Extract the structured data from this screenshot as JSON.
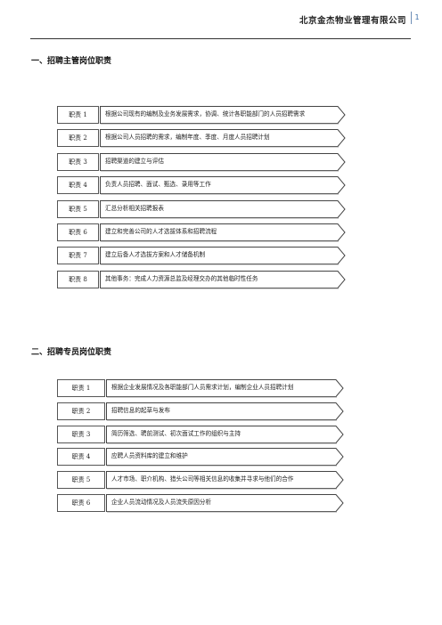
{
  "header": {
    "company": "北京金杰物业管理有限公司",
    "page_number": "1"
  },
  "section1": {
    "title": "一、招聘主管岗位职责",
    "duties": [
      {
        "label": "职责 1",
        "text": "根据公司现有的编制及业务发展需求，协调、统计各职能部门的人员招聘需求"
      },
      {
        "label": "职责 2",
        "text": "根据公司人员招聘的需求，编制年度、季度、月度人员招聘计划"
      },
      {
        "label": "职责 3",
        "text": "招聘渠道的建立与评估"
      },
      {
        "label": "职责 4",
        "text": "负责人员招聘、面试、甄选、录用等工作"
      },
      {
        "label": "职责 5",
        "text": "汇总分析相关招聘报表"
      },
      {
        "label": "职责 6",
        "text": "建立和完善公司的人才选拔体系和招聘流程"
      },
      {
        "label": "职责 7",
        "text": "建立后备人才选拔方案和人才储备机制"
      },
      {
        "label": "职责 8",
        "text": "其他事务：完成人力资源总监及经理交办的其他临时性任务"
      }
    ]
  },
  "section2": {
    "title": "二、招聘专员岗位职责",
    "duties": [
      {
        "label": "职责 1",
        "text": "根据企业发展情况及各职能部门人员需求计划，编制企业人员招聘计划"
      },
      {
        "label": "职责 2",
        "text": "招聘信息的起草与发布"
      },
      {
        "label": "职责 3",
        "text": "简历筛选、聘前测试、初次面试工作的组织与主持"
      },
      {
        "label": "职责 4",
        "text": "应聘人员资料库的建立和维护"
      },
      {
        "label": "职责 5",
        "text": "人才市场、职介机构、猎头公司等相关信息的收集并寻求与他们的合作"
      },
      {
        "label": "职责 6",
        "text": "企业人员流动情况及人员流失原因分析"
      }
    ]
  }
}
